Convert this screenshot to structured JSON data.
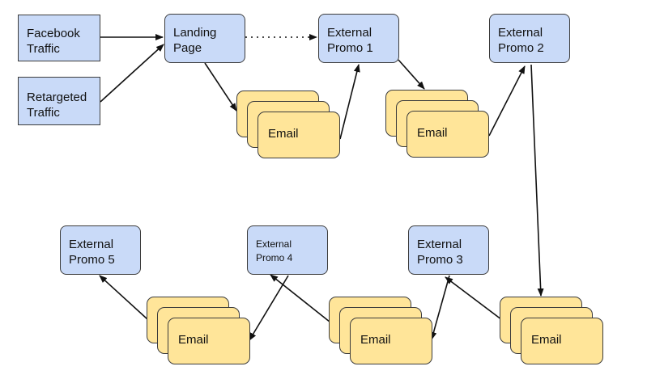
{
  "diagram": {
    "nodes": {
      "facebook_traffic": "Facebook\nTraffic",
      "retargeted_traffic": "Retargeted\nTraffic",
      "landing_page": "Landing\nPage",
      "external_promo_1": "External\nPromo 1",
      "external_promo_2": "External\nPromo 2",
      "external_promo_3": "External\nPromo 3",
      "external_promo_4": "External\nPromo 4",
      "external_promo_5": "External\nPromo 5"
    },
    "email_stacks": [
      {
        "label": "Email"
      },
      {
        "label": "Email"
      },
      {
        "label": "Email"
      },
      {
        "label": "Email"
      },
      {
        "label": "Email"
      }
    ],
    "edges": [
      {
        "from": "facebook_traffic",
        "to": "landing_page",
        "style": "solid"
      },
      {
        "from": "retargeted_traffic",
        "to": "landing_page",
        "style": "solid"
      },
      {
        "from": "landing_page",
        "to": "external_promo_1",
        "style": "dotted"
      },
      {
        "from": "landing_page",
        "to": "email_stack_1",
        "style": "solid"
      },
      {
        "from": "email_stack_1",
        "to": "external_promo_1",
        "style": "solid"
      },
      {
        "from": "external_promo_1",
        "to": "email_stack_2",
        "style": "solid"
      },
      {
        "from": "email_stack_2",
        "to": "external_promo_2",
        "style": "solid"
      },
      {
        "from": "external_promo_2",
        "to": "email_stack_5",
        "style": "solid"
      },
      {
        "from": "email_stack_5",
        "to": "external_promo_3",
        "style": "solid"
      },
      {
        "from": "external_promo_3",
        "to": "email_stack_4",
        "style": "solid"
      },
      {
        "from": "email_stack_4",
        "to": "external_promo_4",
        "style": "solid"
      },
      {
        "from": "external_promo_4",
        "to": "email_stack_3",
        "style": "solid"
      },
      {
        "from": "email_stack_3",
        "to": "external_promo_5",
        "style": "solid"
      }
    ],
    "colors": {
      "node_fill": "#c9daf8",
      "email_fill": "#ffe599",
      "stroke": "#3c3c3c"
    }
  }
}
